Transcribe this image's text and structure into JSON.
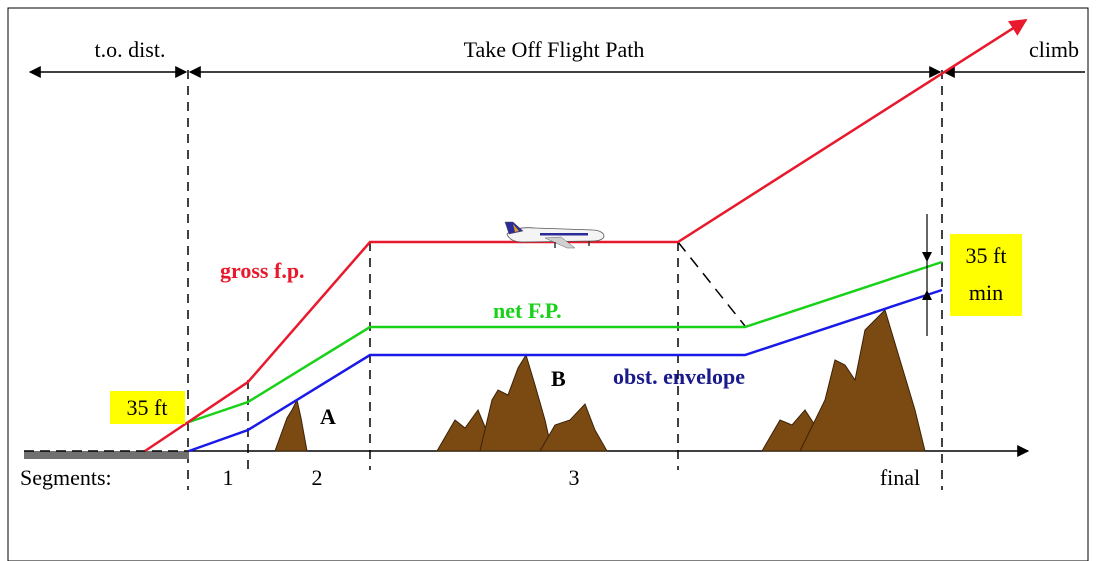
{
  "colors": {
    "gross": "#e8192c",
    "net": "#1ad11a",
    "obstacle": "#1a1ae8",
    "mountain": "#7a4a12",
    "runway": "#707070",
    "highlight": "#ffff00",
    "obst_label": "#1a1a8c"
  },
  "header": {
    "to_dist": "t.o. dist.",
    "flight_path": "Take Off Flight Path",
    "climb": "climb"
  },
  "labels": {
    "gross_fp": "gross f.p.",
    "net_fp": "net F.P.",
    "obst_envelope": "obst. envelope",
    "point_a": "A",
    "point_b": "B"
  },
  "badges": {
    "start": "35 ft",
    "end_line1": "35 ft",
    "end_line2": "min"
  },
  "segments": {
    "label": "Segments:",
    "s1": "1",
    "s2": "2",
    "s3": "3",
    "final": "final"
  },
  "icons": {
    "aircraft": "airliner-icon"
  }
}
